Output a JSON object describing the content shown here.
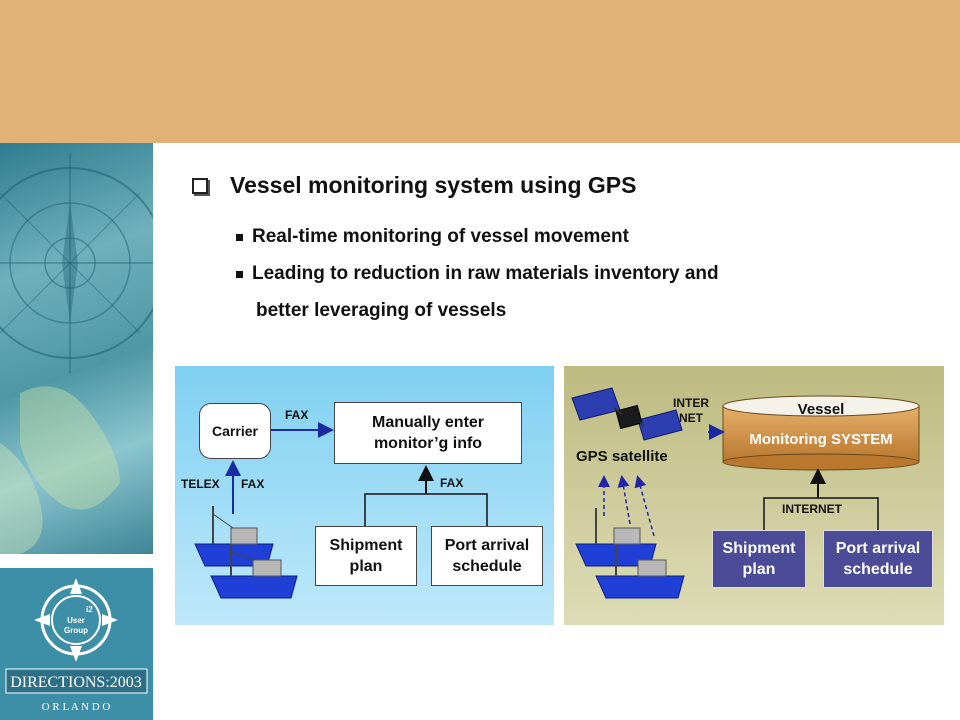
{
  "slide": {
    "title": "Vessel monitoring system using GPS",
    "bullets": [
      "Real-time monitoring of vessel movement",
      "Leading to reduction in raw materials inventory and",
      "better leveraging of vessels"
    ]
  },
  "logo": {
    "badge_lines": [
      "i2",
      "User",
      "Group"
    ],
    "event": "DIRECTIONS:2003",
    "city": "O R L A N D O"
  },
  "left_diagram": {
    "carrier": "Carrier",
    "fax_top": "FAX",
    "manual_box": [
      "Manually enter",
      "monitor’g info"
    ],
    "telex": "TELEX",
    "fax_left": "FAX",
    "fax_mid": "FAX",
    "shipment_plan": [
      "Shipment",
      "plan"
    ],
    "port_arrival": [
      "Port arrival",
      "schedule"
    ]
  },
  "right_diagram": {
    "internet_top": [
      "INTER",
      "NET"
    ],
    "vessel": "Vessel",
    "monitoring_system": "Monitoring SYSTEM",
    "gps_satellite": "GPS satellite",
    "internet_mid": "INTERNET",
    "shipment_plan": [
      "Shipment",
      "plan"
    ],
    "port_arrival": [
      "Port arrival",
      "schedule"
    ]
  },
  "colors": {
    "top_band": "#e0b275",
    "left_panel_bg": "#9fdcf6",
    "right_panel_bg": "#d0cea0",
    "dark_box": "#4b4b97",
    "ship_hull": "#1f3fd6",
    "cylinder": "#c98a3a"
  }
}
